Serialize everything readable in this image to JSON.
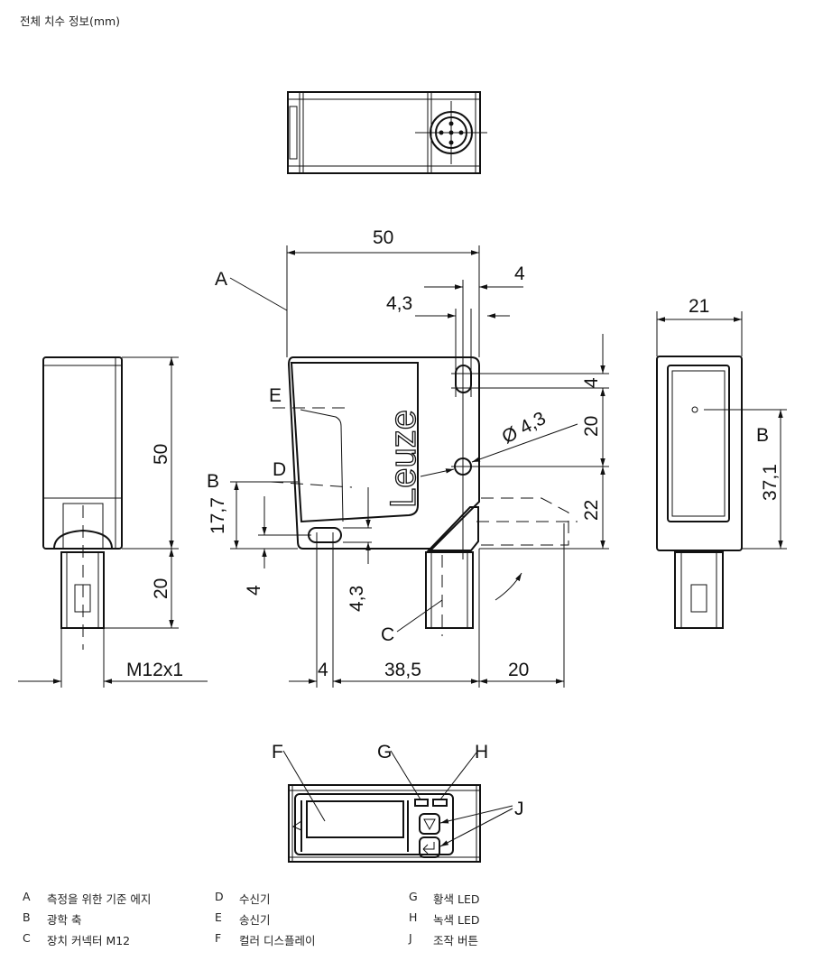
{
  "title": "전체 치수 정보(mm)",
  "brand_logo": "Leuze",
  "dimensions": {
    "width_50": "50",
    "d_4_top": "4",
    "d_4_3_top": "4,3",
    "right_4": "4",
    "right_20": "20",
    "right_22": "22",
    "hole_dia": "Ø 4,3",
    "left_50": "50",
    "left_20": "20",
    "thread": "M12x1",
    "d_17_7": "17,7",
    "d_4_left": "4",
    "d_4_3_bottom": "4,3",
    "bottom_4": "4",
    "bottom_38_5": "38,5",
    "bottom_20": "20",
    "side_21": "21",
    "side_37_1": "37,1"
  },
  "callouts": {
    "A": "A",
    "B": "B",
    "B2": "B",
    "C": "C",
    "D": "D",
    "E": "E",
    "F": "F",
    "G": "G",
    "H": "H",
    "J": "J"
  },
  "legend": [
    {
      "key": "A",
      "text": "측정을 위한 기준 에지"
    },
    {
      "key": "B",
      "text": "광학 축"
    },
    {
      "key": "C",
      "text": "장치 커넥터 M12"
    },
    {
      "key": "D",
      "text": "수신기"
    },
    {
      "key": "E",
      "text": "송신기"
    },
    {
      "key": "F",
      "text": "컬러 디스플레이"
    },
    {
      "key": "G",
      "text": "황색 LED"
    },
    {
      "key": "H",
      "text": "녹색 LED"
    },
    {
      "key": "J",
      "text": "조작 버튼"
    }
  ]
}
